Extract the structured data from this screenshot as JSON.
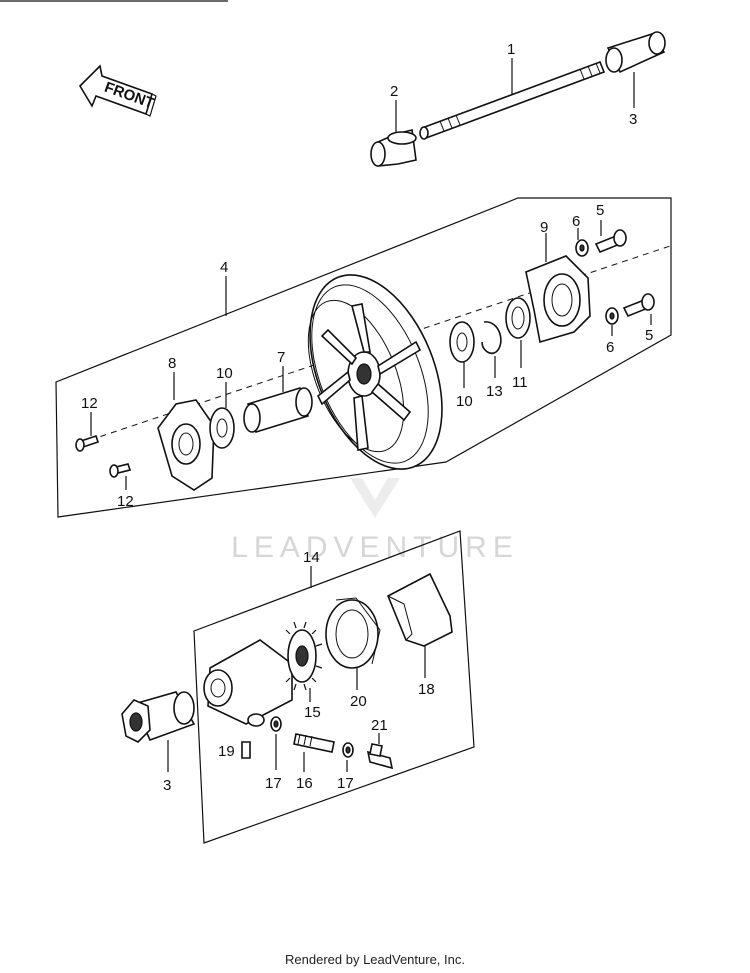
{
  "watermark": {
    "text": "LEADVENTURE"
  },
  "front_arrow": {
    "label": "FRONT"
  },
  "callouts": {
    "c1": "1",
    "c2": "2",
    "c3a": "3",
    "c4": "4",
    "c5a": "5",
    "c5b": "5",
    "c6a": "6",
    "c6b": "6",
    "c7": "7",
    "c8": "8",
    "c9": "9",
    "c10a": "10",
    "c10b": "10",
    "c11": "11",
    "c12a": "12",
    "c12b": "12",
    "c13": "13",
    "c14": "14",
    "c3b": "3",
    "c15": "15",
    "c16": "16",
    "c17a": "17",
    "c17b": "17",
    "c18": "18",
    "c19": "19",
    "c20": "20",
    "c21": "21"
  },
  "footer": {
    "text": "Rendered by LeadVenture, Inc."
  }
}
